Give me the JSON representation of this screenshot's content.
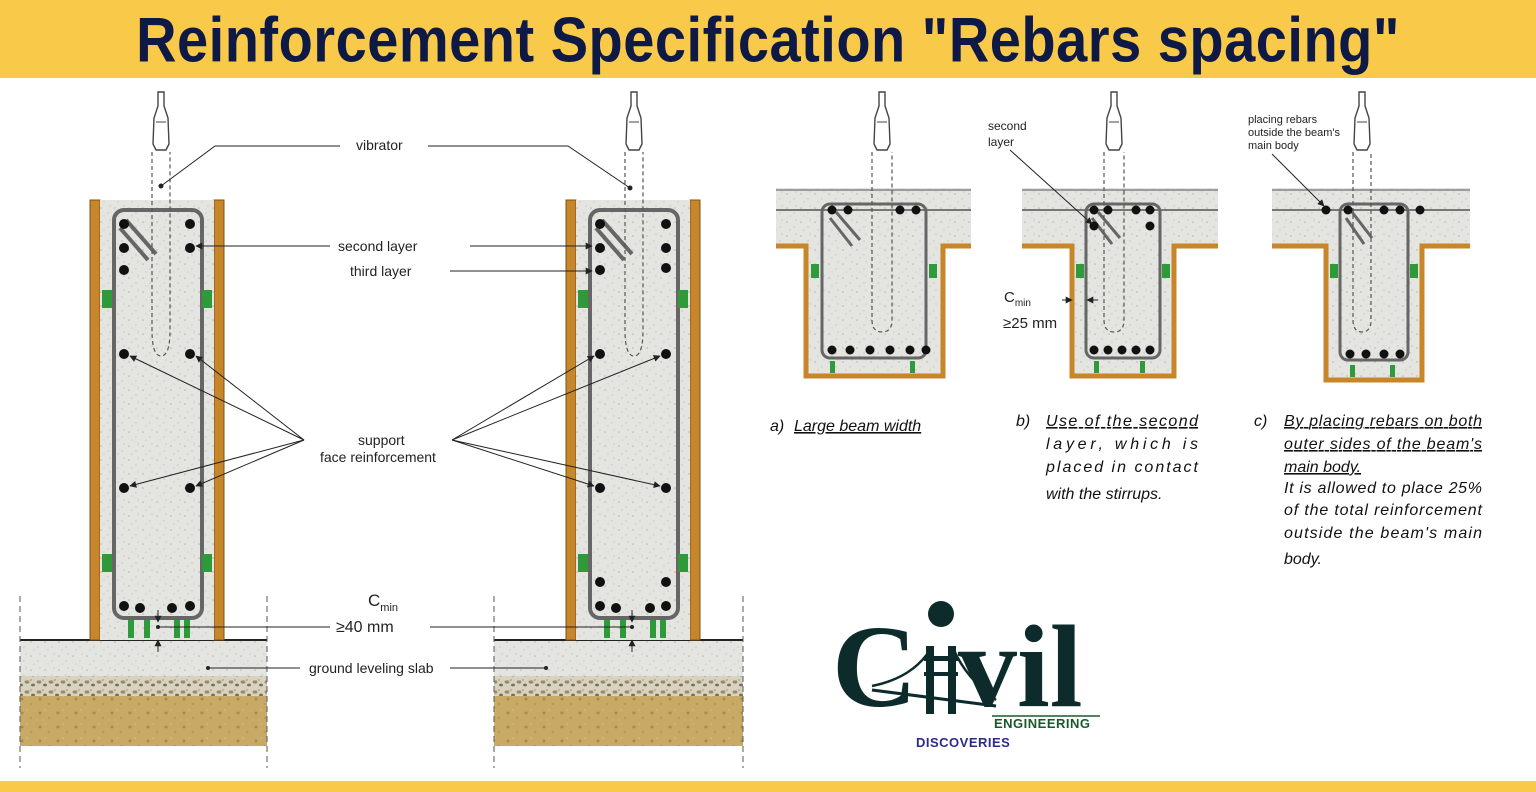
{
  "title": "Reinforcement Specification \"Rebars spacing\"",
  "labels": {
    "vibrator": "vibrator",
    "second_layer": "second layer",
    "third_layer": "third layer",
    "support": "support",
    "face_reinforcement": "face reinforcement",
    "c": "C",
    "min": "min",
    "c_min_40": "≥40 mm",
    "ground_slab": "ground leveling slab",
    "b_second": "second",
    "b_layer": "layer",
    "c_min_25": "≥25 mm",
    "c_placing_1": "placing rebars",
    "c_placing_2": "outside the beam's",
    "c_placing_3": "main body"
  },
  "captions": {
    "a_letter": "a)",
    "a_text": "Large beam width",
    "b_letter": "b)",
    "b_line1": "Use of the second",
    "b_line2": "layer, which is",
    "b_line3": "placed in contact",
    "b_line4": "with the stirrups.",
    "c_letter": "c)",
    "c_line1": "By placing rebars on both",
    "c_line2": "outer sides of the beam's",
    "c_line3": "main body.",
    "c_line4": "It is allowed to place 25%",
    "c_line5": "of the total reinforcement",
    "c_line6": "outside the beam's main",
    "c_line7": "body."
  },
  "logo": {
    "c": "C",
    "vil": "vil",
    "engineering": "ENGINEERING",
    "discoveries": "DISCOVERIES"
  },
  "colors": {
    "banner": "#f9c94a",
    "title": "#0e1a45",
    "formwork": "#c8862a",
    "concrete": "#e4e4e0",
    "spacer": "#2f9a3a",
    "soil": "#c8aa66"
  }
}
